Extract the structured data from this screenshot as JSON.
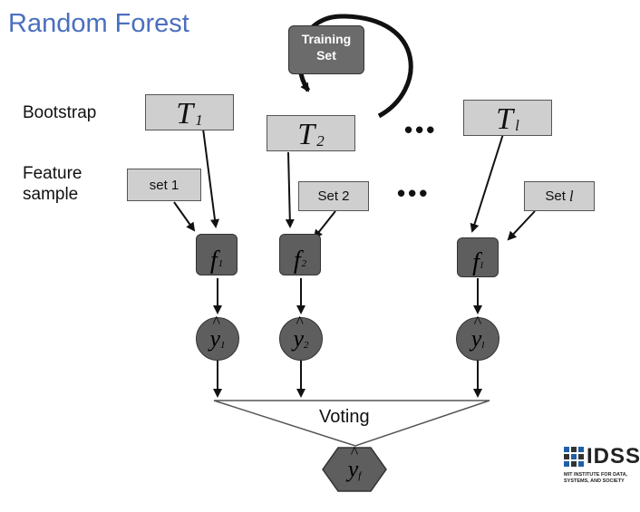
{
  "title": "Random Forest",
  "labels": {
    "bootstrap": "Bootstrap",
    "feature_sample": [
      "Feature",
      "sample"
    ]
  },
  "training_set": [
    "Training",
    "Set"
  ],
  "bootstrap_boxes": [
    {
      "main": "T",
      "sub": "1"
    },
    {
      "main": "T",
      "sub": "2"
    },
    {
      "main": "T",
      "sub": "l"
    }
  ],
  "feature_sets": [
    {
      "text": "set 1",
      "italic": ""
    },
    {
      "text": "Set 2",
      "italic": ""
    },
    {
      "text": "Set",
      "italic": "l"
    }
  ],
  "trees": [
    {
      "main": "f",
      "sub": "1"
    },
    {
      "main": "f",
      "sub": "2"
    },
    {
      "main": "f",
      "sub": "l"
    }
  ],
  "predictions": [
    {
      "main": "y",
      "sub": "1"
    },
    {
      "main": "y",
      "sub": "2"
    },
    {
      "main": "y",
      "sub": "l"
    }
  ],
  "ellipsis": "•••",
  "voting": "Voting",
  "final": {
    "main": "y",
    "sub": "f"
  },
  "logo": {
    "mark": "IDSS",
    "subtitle": "MIT INSTITUTE FOR DATA, SYSTEMS, AND SOCIETY"
  },
  "colors": {
    "title": "#4a6fbf",
    "box_light": "#cfcfcf",
    "box_dark": "#5e5e5e"
  }
}
